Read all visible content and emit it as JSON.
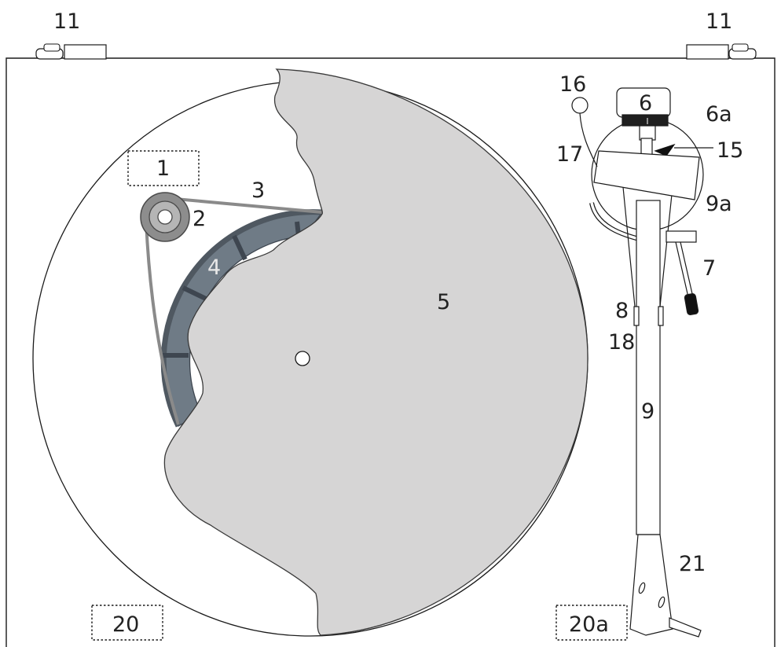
{
  "labels": {
    "l1": "1",
    "l2": "2",
    "l3": "3",
    "l4": "4",
    "l5": "5",
    "l6": "6",
    "l6a": "6a",
    "l7": "7",
    "l8": "8",
    "l9": "9",
    "l9a": "9a",
    "l11_left": "11",
    "l11_right": "11",
    "l15": "15",
    "l16": "16",
    "l17": "17",
    "l18": "18",
    "l20": "20",
    "l20a": "20a",
    "l21": "21"
  },
  "colors": {
    "platter": "#d6d5d5",
    "subplatter": "#6f7b86",
    "belt": "#8a8a8a",
    "pulley": "#8d8d8d",
    "line": "#1a1a1a"
  }
}
